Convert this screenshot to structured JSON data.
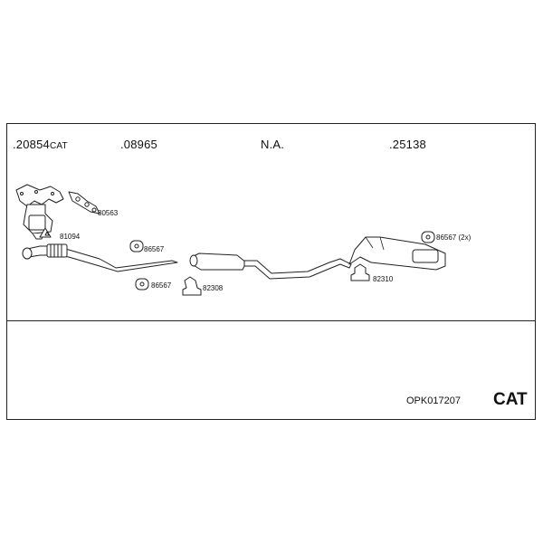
{
  "header_parts": [
    {
      "number": ".20854",
      "suffix": "CAT"
    },
    {
      "number": ".08965",
      "suffix": ""
    },
    {
      "number": "N.A.",
      "suffix": ""
    },
    {
      "number": ".25138",
      "suffix": ""
    }
  ],
  "labels": {
    "gasket": "80563",
    "seal_ring": "81094",
    "hanger_front": "86567",
    "hanger_lower": "86567",
    "clamp_mid": "82308",
    "hanger_rear": "86567 (2x)",
    "clamp_rear": "82310"
  },
  "footer": {
    "kit_code": "OPK017207",
    "tag": "CAT"
  }
}
